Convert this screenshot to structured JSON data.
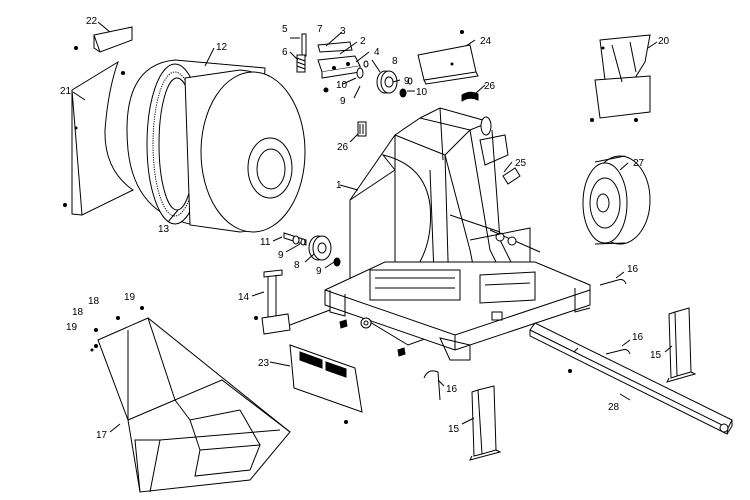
{
  "diagram": {
    "type": "exploded-parts-view",
    "callouts": [
      {
        "id": "c1",
        "label": "1"
      },
      {
        "id": "c2",
        "label": "2"
      },
      {
        "id": "c3",
        "label": "3"
      },
      {
        "id": "c4",
        "label": "4"
      },
      {
        "id": "c5",
        "label": "5"
      },
      {
        "id": "c6",
        "label": "6"
      },
      {
        "id": "c7",
        "label": "7"
      },
      {
        "id": "c8a",
        "label": "8"
      },
      {
        "id": "c8b",
        "label": "8"
      },
      {
        "id": "c9a",
        "label": "9"
      },
      {
        "id": "c9b",
        "label": "9"
      },
      {
        "id": "c9c",
        "label": "9"
      },
      {
        "id": "c9d",
        "label": "9"
      },
      {
        "id": "c10a",
        "label": "10"
      },
      {
        "id": "c10b",
        "label": "10"
      },
      {
        "id": "c11",
        "label": "11"
      },
      {
        "id": "c12",
        "label": "12"
      },
      {
        "id": "c13",
        "label": "13"
      },
      {
        "id": "c14",
        "label": "14"
      },
      {
        "id": "c15a",
        "label": "15"
      },
      {
        "id": "c15b",
        "label": "15"
      },
      {
        "id": "c16a",
        "label": "16"
      },
      {
        "id": "c16b",
        "label": "16"
      },
      {
        "id": "c16c",
        "label": "16"
      },
      {
        "id": "c17",
        "label": "17"
      },
      {
        "id": "c18a",
        "label": "18"
      },
      {
        "id": "c18b",
        "label": "18"
      },
      {
        "id": "c19a",
        "label": "19"
      },
      {
        "id": "c19b",
        "label": "19"
      },
      {
        "id": "c20",
        "label": "20"
      },
      {
        "id": "c21",
        "label": "21"
      },
      {
        "id": "c22",
        "label": "22"
      },
      {
        "id": "c23",
        "label": "23"
      },
      {
        "id": "c24",
        "label": "24"
      },
      {
        "id": "c25",
        "label": "25"
      },
      {
        "id": "c26a",
        "label": "26"
      },
      {
        "id": "c26b",
        "label": "26"
      },
      {
        "id": "c27",
        "label": "27"
      },
      {
        "id": "c28",
        "label": "28"
      }
    ]
  }
}
